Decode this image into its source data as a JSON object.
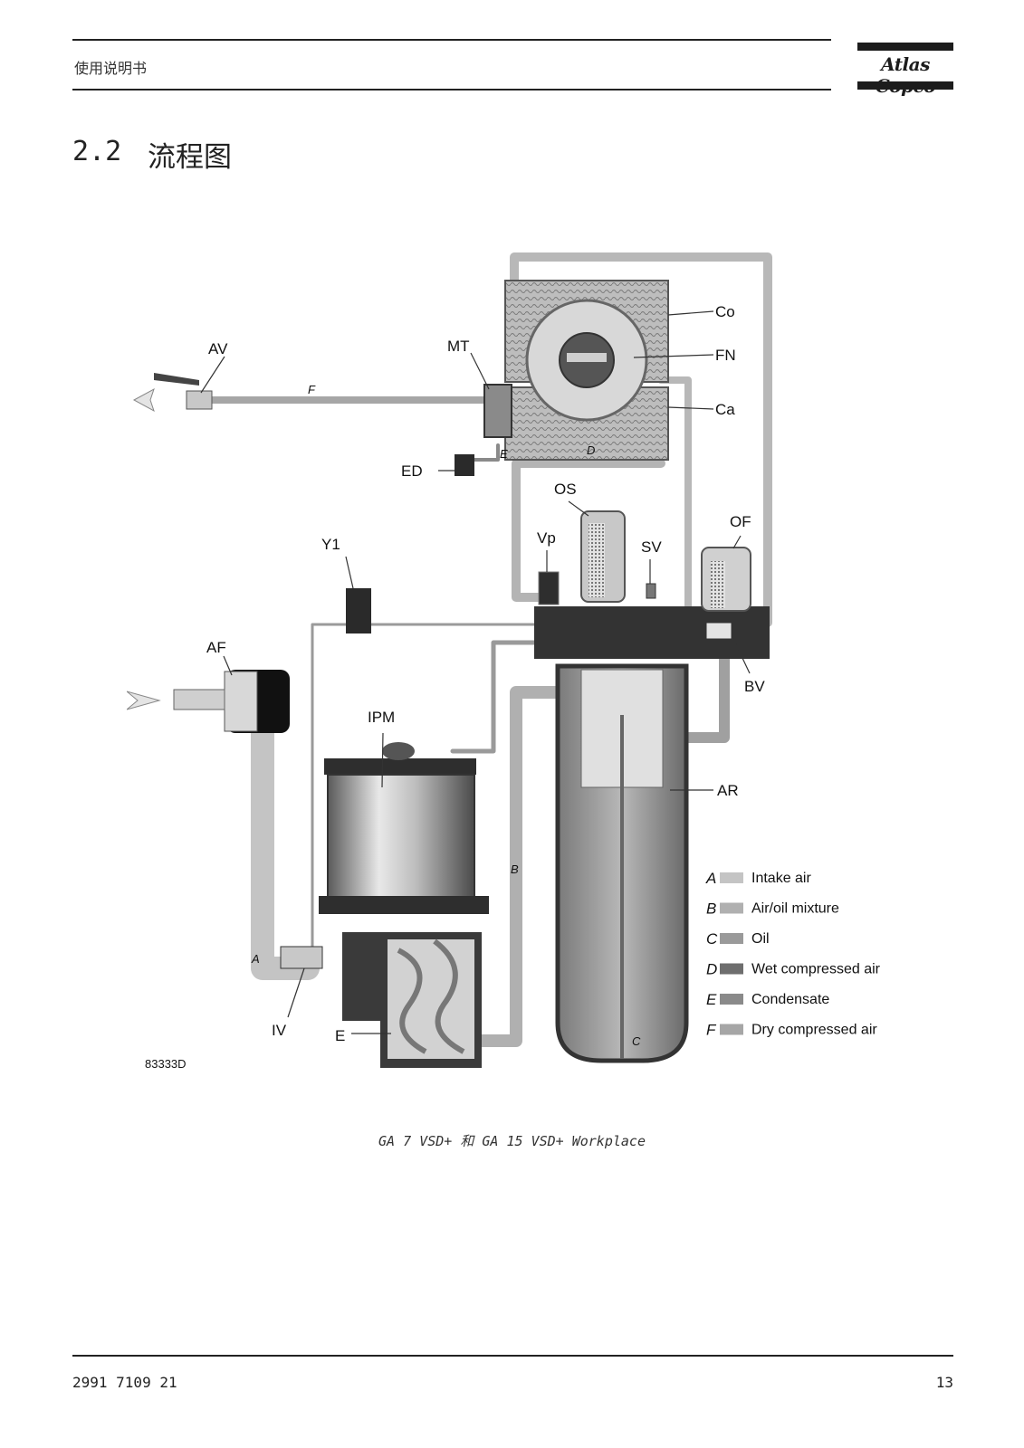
{
  "header": {
    "label": "使用说明书",
    "logo": "Atlas Copco"
  },
  "section": {
    "number": "2.2",
    "title": "流程图"
  },
  "figure": {
    "drawing_number": "83333D",
    "component_labels": {
      "av": "AV",
      "mt": "MT",
      "co": "Co",
      "fn": "FN",
      "ca": "Ca",
      "ed": "ED",
      "os": "OS",
      "vp": "Vp",
      "sv": "SV",
      "of": "OF",
      "y1": "Y1",
      "af": "AF",
      "bv": "BV",
      "ipm": "IPM",
      "ar": "AR",
      "iv": "IV",
      "e": "E"
    },
    "flow_labels": {
      "a": "A",
      "b": "B",
      "c": "C",
      "d": "D",
      "e": "E",
      "f": "F"
    },
    "legend": [
      {
        "letter": "A",
        "text": "Intake air",
        "color": "#c4c4c4"
      },
      {
        "letter": "B",
        "text": "Air/oil mixture",
        "color": "#b0b0b0"
      },
      {
        "letter": "C",
        "text": "Oil",
        "color": "#9a9a9a"
      },
      {
        "letter": "D",
        "text": "Wet compressed air",
        "color": "#6e6e6e"
      },
      {
        "letter": "E",
        "text": "Condensate",
        "color": "#8a8a8a"
      },
      {
        "letter": "F",
        "text": "Dry compressed air",
        "color": "#a6a6a6"
      }
    ],
    "caption": "GA 7 VSD+ 和 GA 15 VSD+ Workplace"
  },
  "footer": {
    "doc_number": "2991 7109 21",
    "page": "13"
  }
}
